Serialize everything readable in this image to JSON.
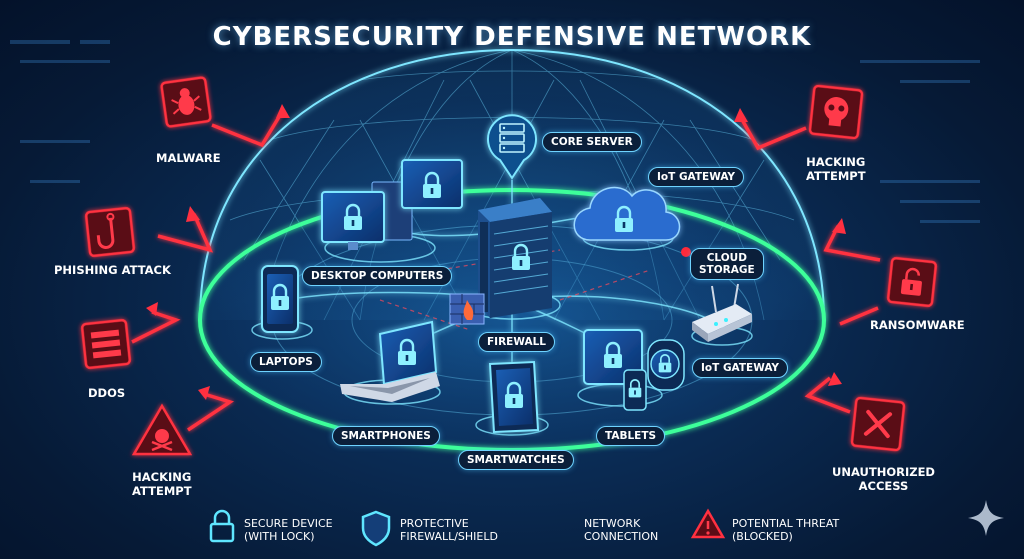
{
  "title": "CYBERSECURITY DEFENSIVE NETWORK",
  "nodes": {
    "core_server": "CORE SERVER",
    "iot_gateway_top": "IoT  GATEWAY",
    "desktop_computers": "DESKTOP COMPUTERS",
    "cloud_storage_line1": "CLOUD",
    "cloud_storage_line2": "STORAGE",
    "firewall": "FIREWALL",
    "laptops": "LAPTOPS",
    "iot_gateway_right": "IoT GATEWAY",
    "smartphones": "SMARTPHONES",
    "tablets": "TABLETS",
    "smartwatches": "SMARTWATCHES"
  },
  "threats": {
    "malware": "MALWARE",
    "phishing": "PHISHING ATTACK",
    "ddos": "DDOS",
    "hacking_left_1": "HACKING",
    "hacking_left_2": "ATTEMPT",
    "hacking_right_1": "HACKING",
    "hacking_right_2": "ATTEMPT",
    "ransomware": "RANSOMWARE",
    "unauthorized_1": "UNAUTHORIZED",
    "unauthorized_2": "ACCESS"
  },
  "legend": {
    "secure_1": "SECURE DEVICE",
    "secure_2": "(WITH LOCK)",
    "shield_1": "PROTECTIVE",
    "shield_2": "FIREWALL/SHIELD",
    "network_1": "NETWORK",
    "network_2": "CONNECTION",
    "threat_1": "POTENTIAL THREAT",
    "threat_2": "(BLOCKED)"
  },
  "colors": {
    "accent": "#4fd8ff",
    "shield": "#3dff9a",
    "threat": "#ff2a3a"
  },
  "icons": [
    "lock-icon",
    "server-icon",
    "cloud-icon",
    "monitor-icon",
    "laptop-icon",
    "smartphone-icon",
    "tablet-icon",
    "smartwatch-icon",
    "router-icon",
    "firewall-icon",
    "bug-icon",
    "fishhook-icon",
    "ddos-icon",
    "skull-icon",
    "ransomware-icon",
    "x-icon",
    "warning-icon",
    "shield-icon",
    "sparkle-icon"
  ]
}
